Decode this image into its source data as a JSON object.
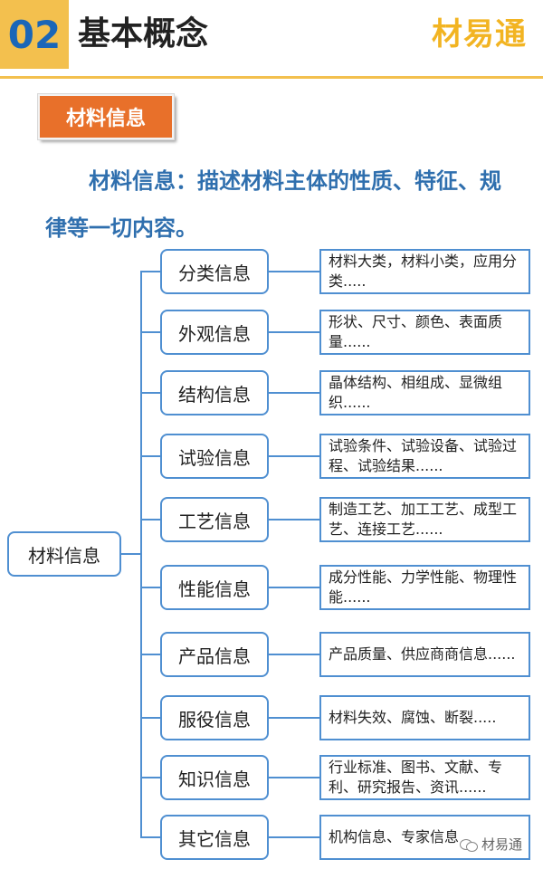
{
  "header": {
    "number": "02",
    "title": "基本概念",
    "brand": "材易通",
    "accent_color": "#f3c04e",
    "number_color": "#1a66b8",
    "brand_color": "#f2b422"
  },
  "section_tag": {
    "label": "材料信息",
    "color": "#e8702a"
  },
  "definition": "材料信息：描述材料主体的性质、特征、规律等一切内容。",
  "diagram": {
    "root": "材料信息",
    "line_color": "#4f8fd1",
    "branches": [
      {
        "category": "分类信息",
        "detail": "材料大类，材料小类，应用分类....."
      },
      {
        "category": "外观信息",
        "detail": "形状、尺寸、颜色、表面质量......"
      },
      {
        "category": "结构信息",
        "detail": "晶体结构、相组成、显微组织......"
      },
      {
        "category": "试验信息",
        "detail": "试验条件、试验设备、试验过程、试验结果......"
      },
      {
        "category": "工艺信息",
        "detail": "制造工艺、加工工艺、成型工艺、连接工艺......"
      },
      {
        "category": "性能信息",
        "detail": "成分性能、力学性能、物理性能......"
      },
      {
        "category": "产品信息",
        "detail": "产品质量、供应商商信息......"
      },
      {
        "category": "服役信息",
        "detail": "材料失效、腐蚀、断裂....."
      },
      {
        "category": "知识信息",
        "detail": "行业标准、图书、文献、专利、研究报告、资讯......"
      },
      {
        "category": "其它信息",
        "detail": "机构信息、专家信息"
      }
    ]
  },
  "watermark": {
    "text": "材易通",
    "icon": "wechat-icon"
  }
}
